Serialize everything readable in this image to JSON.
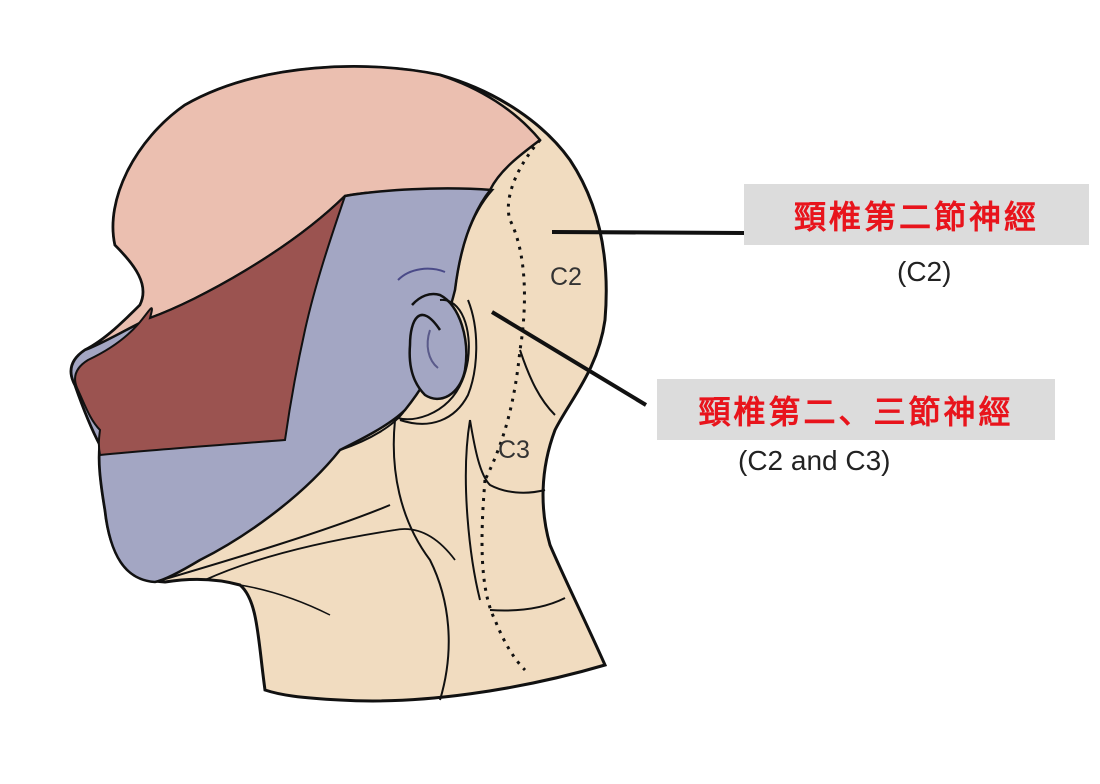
{
  "diagram": {
    "zone_labels": {
      "c2": "C2",
      "c3": "C3"
    },
    "callouts": [
      {
        "title": "頸椎第二節神經",
        "subtitle": "(C2)"
      },
      {
        "title": "頸椎第二、三節神經",
        "subtitle": "(C2 and C3)"
      }
    ],
    "colors": {
      "scalp_region": "#ebbfb0",
      "face_region": "#a3a6c3",
      "inner_face_region": "#9b5350",
      "skin": "#f1dcc0",
      "outline": "#111111",
      "callout_text": "#e8141c",
      "callout_box": "#dcdcdc"
    }
  }
}
